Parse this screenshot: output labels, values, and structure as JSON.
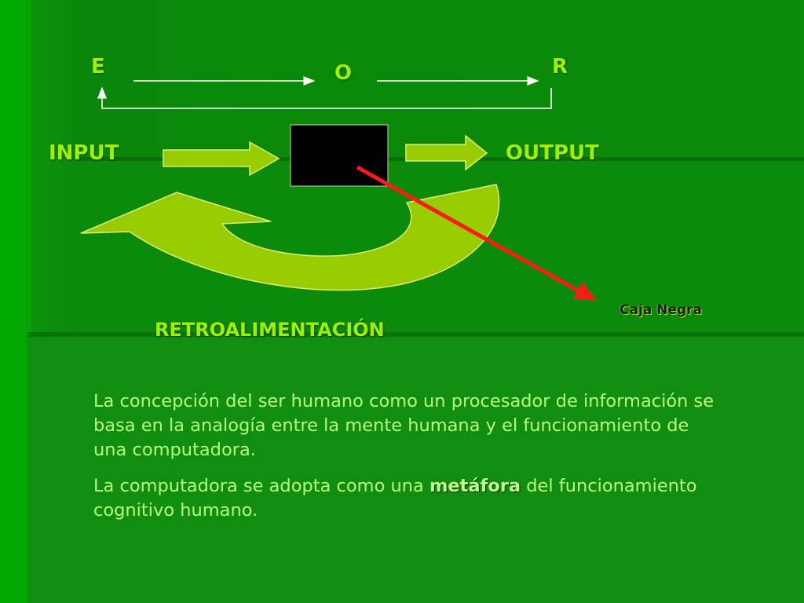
{
  "diagram": {
    "top_row": {
      "e": "E",
      "o": "O",
      "r": "R"
    },
    "input_label": "INPUT",
    "output_label": "OUTPUT",
    "feedback_label": "RETROALIMENTACIÓN",
    "black_box_label": "Caja Negra"
  },
  "body": {
    "paragraph_1": "La concepción del ser humano como un procesador de información se basa en la analogía entre la mente humana y el funcionamiento de una computadora.",
    "paragraph_2_before": "La computadora se adopta como una ",
    "paragraph_2_emphasis": "metáfora",
    "paragraph_2_after": " del funcionamiento cognitivo humano."
  },
  "colors": {
    "background": "#0a8a0a",
    "label_text": "#9ff000",
    "arrow_fill": "#99cc00",
    "pointer_arrow": "#ff1a1a",
    "black_box": "#000000"
  }
}
